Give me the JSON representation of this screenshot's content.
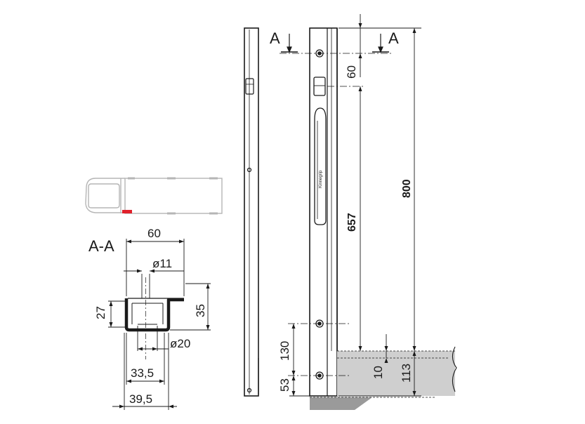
{
  "section_labels": {
    "left_marker": "A",
    "right_marker": "A",
    "section_title": "A-A"
  },
  "dimensions": {
    "section_width": "60",
    "hole_diameter": "ø11",
    "inner_height": "27",
    "outer_height": "35",
    "recess_diameter": "ø20",
    "inner_width": "33,5",
    "outer_width": "39,5",
    "top_offset": "60",
    "handle_length": "657",
    "total_height": "800",
    "lower_hole_offset": "130",
    "bottom_offset": "53",
    "step_height": "10",
    "floor_height": "113"
  },
  "brand_text": "Kinnegrip",
  "colors": {
    "line": "#1a1a1a",
    "highlight": "#e0202a",
    "floor_fill": "#cfcfcf",
    "vehicle_outline": "#b0b0b0"
  }
}
